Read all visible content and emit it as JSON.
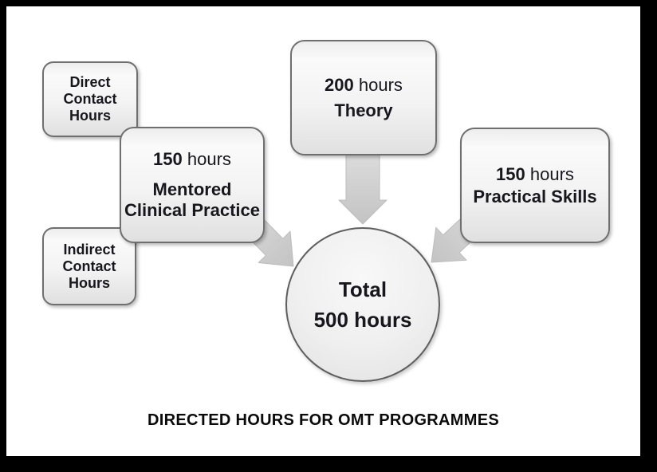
{
  "caption": "DIRECTED HOURS FOR OMT PROGRAMMES",
  "nodes": {
    "direct_contact": {
      "lines": [
        "Direct",
        "Contact",
        "Hours"
      ]
    },
    "indirect_contact": {
      "lines": [
        "Indirect",
        "Contact",
        "Hours"
      ]
    },
    "mentored": {
      "hours_value": "150",
      "hours_unit": "hours",
      "title_line1": "Mentored",
      "title_line2": "Clinical Practice"
    },
    "theory": {
      "hours_value": "200",
      "hours_unit": "hours",
      "title": "Theory"
    },
    "practical": {
      "hours_value": "150",
      "hours_unit": "hours",
      "title": "Practical Skills"
    },
    "total": {
      "line1": "Total",
      "line2": "500 hours"
    }
  },
  "edges": [
    {
      "from": "mentored",
      "to": "total"
    },
    {
      "from": "theory",
      "to": "total"
    },
    {
      "from": "practical",
      "to": "total"
    }
  ],
  "colors": {
    "frame": "#000000",
    "panel": "#ffffff",
    "box_border": "#6f6f6f",
    "box_fill_top": "#fafafa",
    "box_fill_bottom": "#e0e0e0",
    "arrow_fill_light": "#dadada",
    "arrow_fill_dark": "#c3c3c3",
    "text": "#17171d"
  }
}
